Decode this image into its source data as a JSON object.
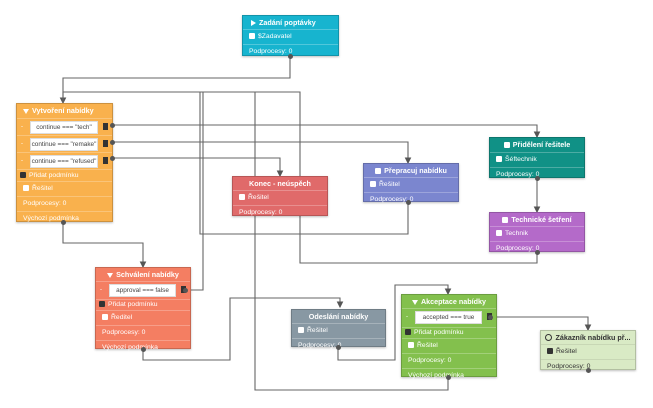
{
  "nodes": {
    "zadani": {
      "title": "Zadání poptávky",
      "role": "$Zadavatel",
      "sub": "Podprocesy: 0",
      "color": "#17b4cf"
    },
    "vytvoreni": {
      "title": "Vytvoření nabídky",
      "conds": [
        "continue === \"tech\"",
        "continue === \"remake\"",
        "continue === \"refused\""
      ],
      "add": "Přidat podmínku",
      "role": "Řešitel",
      "sub": "Podprocesy: 0",
      "def": "Výchozí podmínka",
      "color": "#f9b14d"
    },
    "konec": {
      "title": "Konec - neúspěch",
      "role": "Řešitel",
      "sub": "Podprocesy: 0",
      "color": "#e06a6a"
    },
    "prepracuj": {
      "title": "Přepracuj nabídku",
      "role": "Řešitel",
      "sub": "Podprocesy: 0",
      "color": "#7b86cf"
    },
    "prideleni": {
      "title": "Přidělení řešitele",
      "role": "Šéftechnik",
      "sub": "Podprocesy: 0",
      "color": "#109186"
    },
    "technicke": {
      "title": "Technické šetření",
      "role": "Technik",
      "sub": "Podprocesy: 0",
      "color": "#b46ac9"
    },
    "schvaleni": {
      "title": "Schválení nabídky",
      "conds": [
        "approval === false"
      ],
      "add": "Přidat podmínku",
      "role": "Ředitel",
      "sub": "Podprocesy: 0",
      "def": "Výchozí podmínka",
      "color": "#f47e62"
    },
    "odeslani": {
      "title": "Odeslání nabídky",
      "role": "Řešitel",
      "sub": "Podprocesy: 0",
      "color": "#8898a3"
    },
    "akceptace": {
      "title": "Akceptace nabídky",
      "conds": [
        "accepted === true"
      ],
      "add": "Přidat podmínku",
      "role": "Řešitel",
      "sub": "Podprocesy: 0",
      "def": "Výchozí podmínka",
      "color": "#83c04d"
    },
    "zakaznik": {
      "title": "Zákazník nabídku př...",
      "role": "Řešitel",
      "sub": "Podprocesy: 0",
      "color": "#d9eac5"
    }
  },
  "icons": {
    "start": "play-icon",
    "gateway": "funnel-icon",
    "task": "square-icon",
    "person": "person-icon",
    "end": "circle-check-icon",
    "add": "plus-icon",
    "delete": "trash-icon"
  }
}
